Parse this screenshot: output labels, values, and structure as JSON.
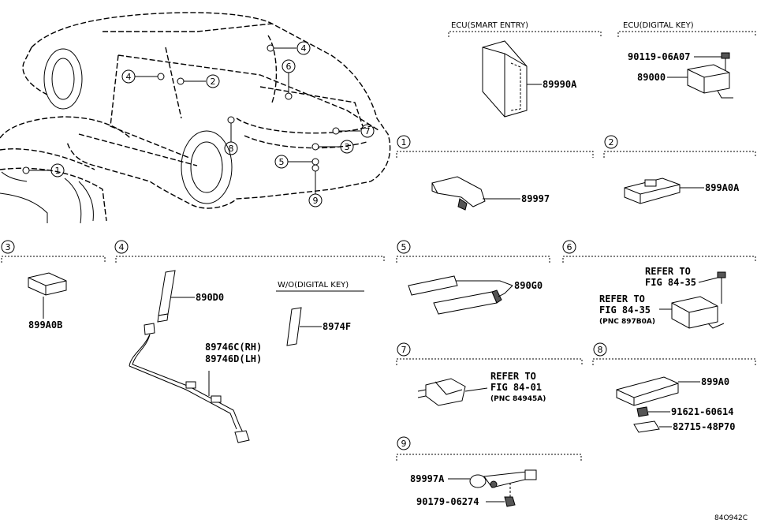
{
  "sections": {
    "ecu_smart": "ECU(SMART ENTRY)",
    "ecu_digital": "ECU(DIGITAL KEY)",
    "wo_digital": "W/O(DIGITAL KEY)"
  },
  "callouts": [
    "1",
    "2",
    "3",
    "4",
    "5",
    "6",
    "7",
    "8",
    "9"
  ],
  "parts": {
    "p89990A": "89990A",
    "p90119": "90119-06A07",
    "p89000": "89000",
    "p89997": "89997",
    "p899A0A": "899A0A",
    "p899A0B": "899A0B",
    "p890D0": "890D0",
    "p89746C": "89746C(RH)",
    "p89746D": "89746D(LH)",
    "p8974F": "8974F",
    "p890G0": "890G0",
    "p899A0": "899A0",
    "p91621": "91621-60614",
    "p82715": "82715-48P70",
    "p89997A": "89997A",
    "p90179": "90179-06274"
  },
  "refs": {
    "refer_to": "REFER TO",
    "fig_84_35": "FIG 84-35",
    "pnc_897B0A": "(PNC 897B0A)",
    "fig_84_01": "FIG 84-01",
    "pnc_84945A": "(PNC 84945A)"
  },
  "figure_id": "84O942C"
}
